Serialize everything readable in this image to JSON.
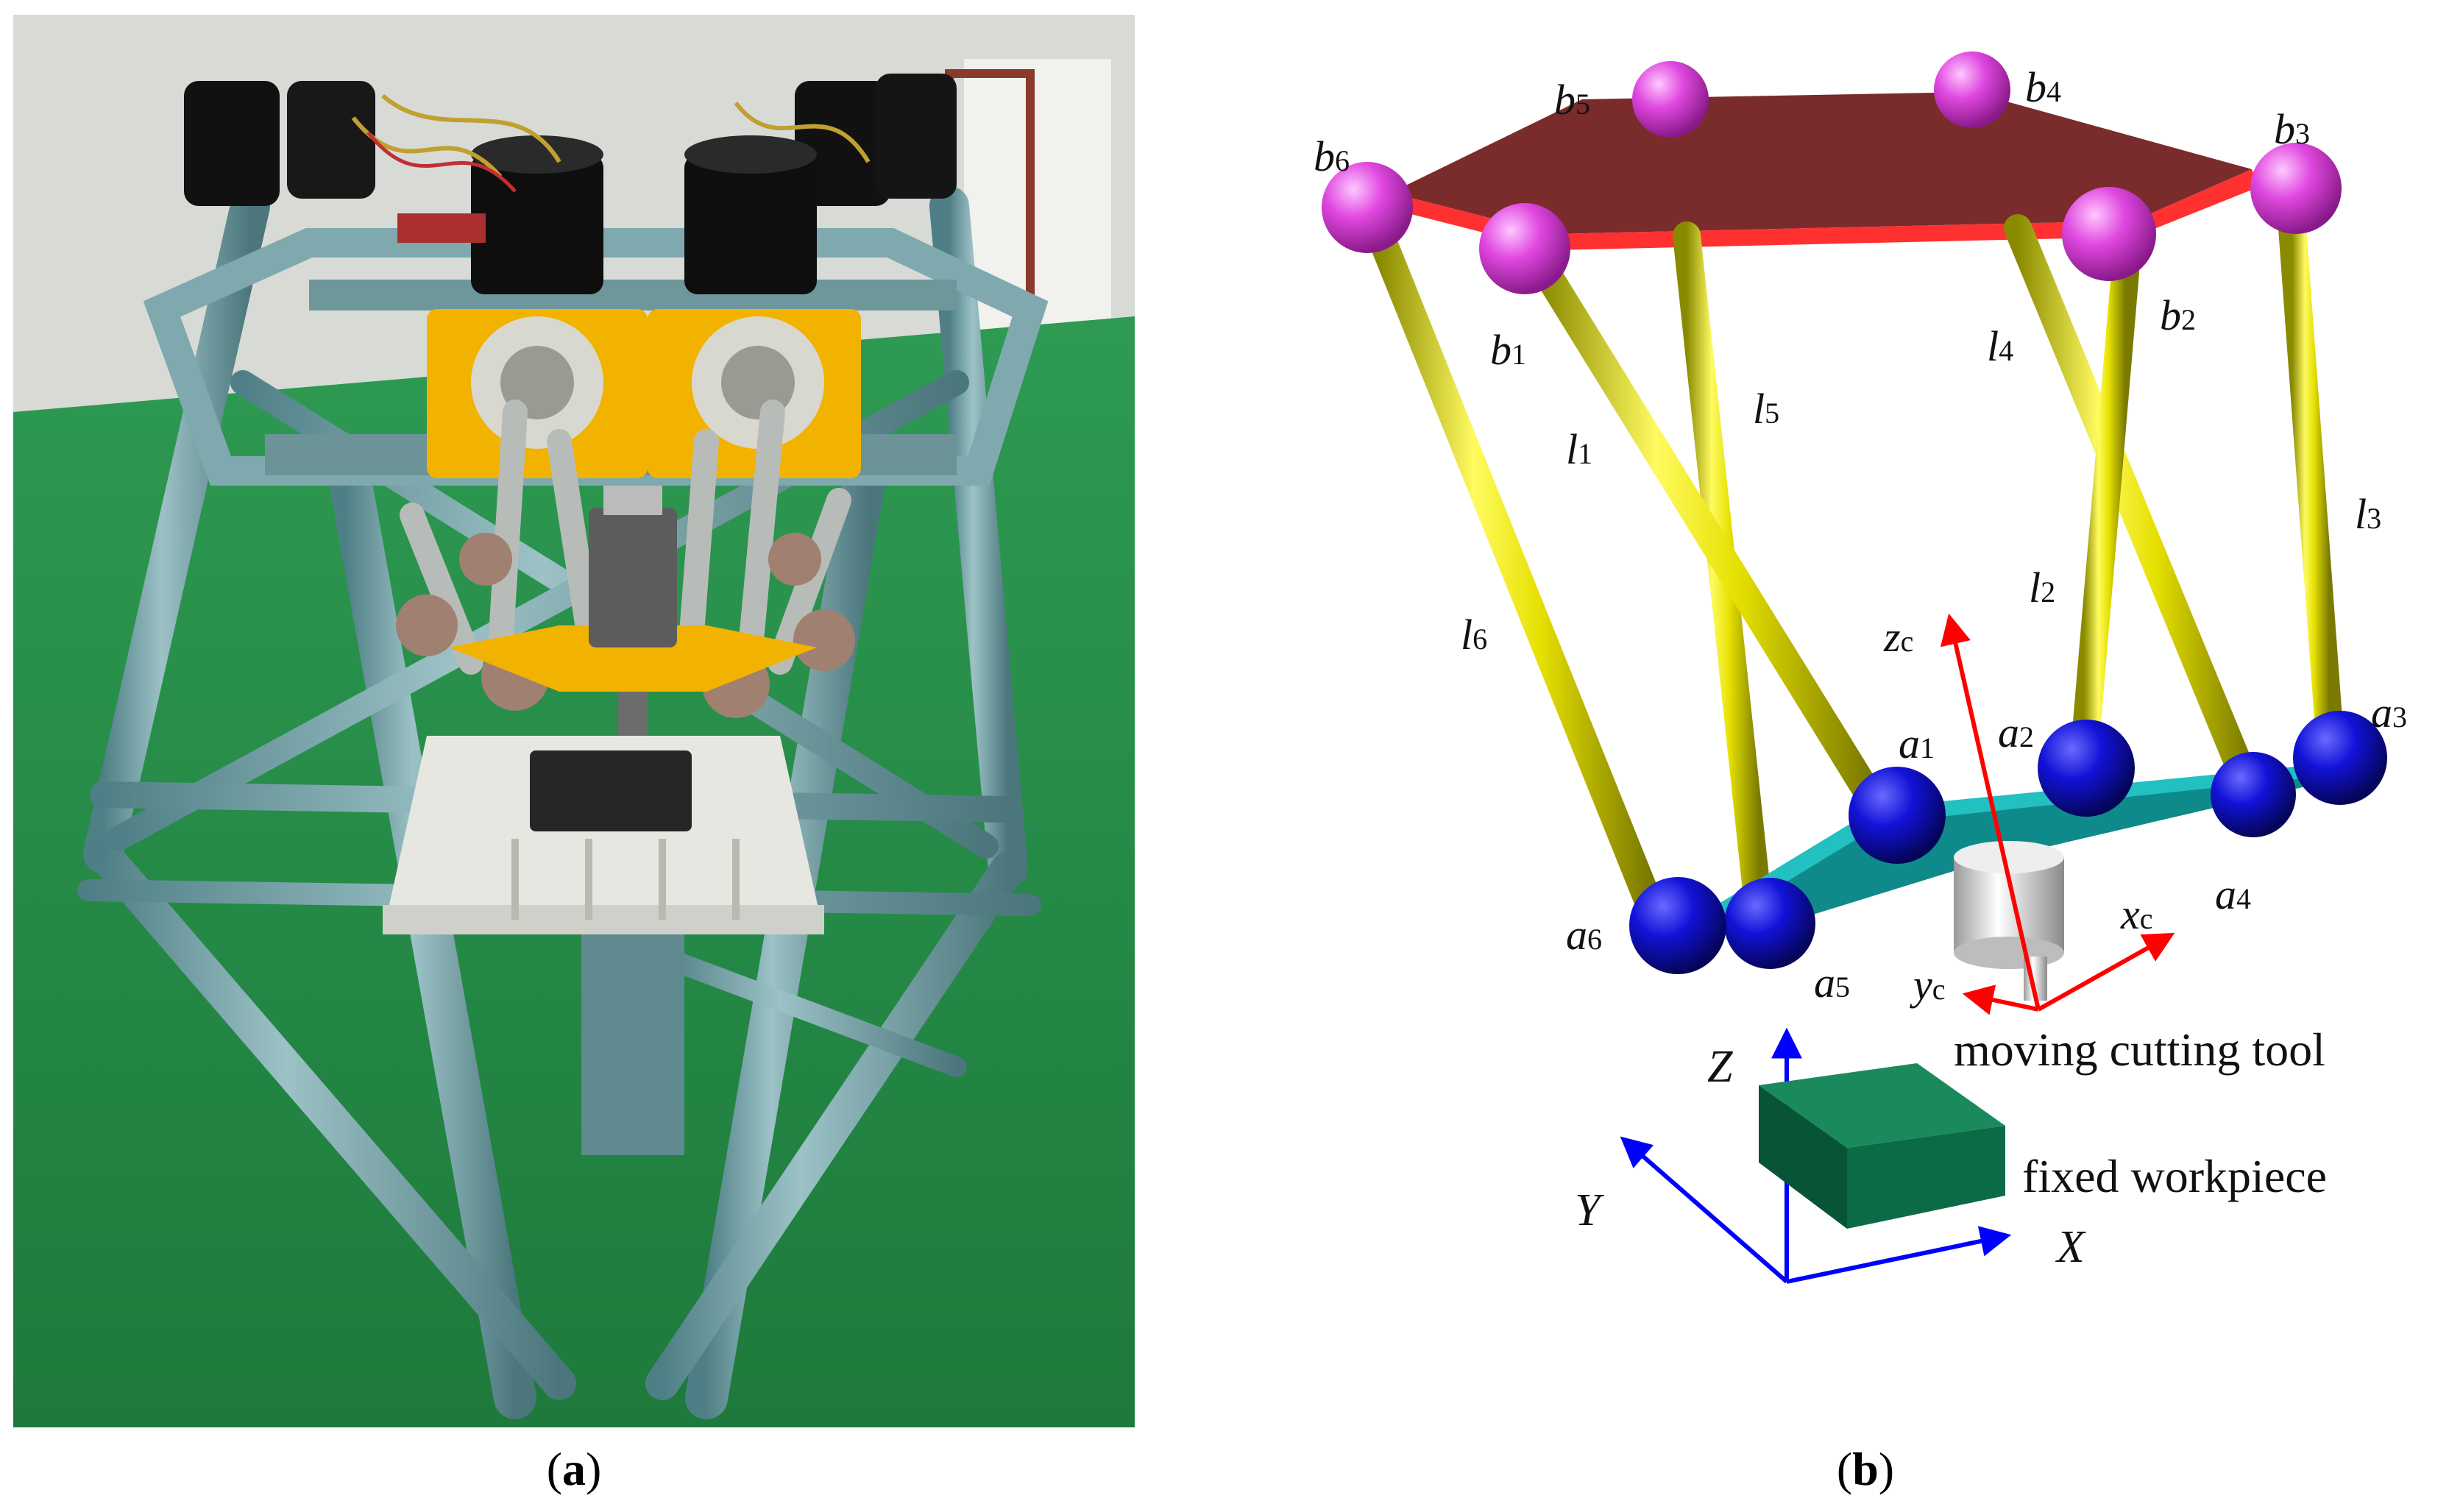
{
  "panel_a": {
    "caption": {
      "open": "(",
      "letter": "a",
      "close": ")"
    }
  },
  "panel_b": {
    "caption": {
      "open": "(",
      "letter": "b",
      "close": ")"
    },
    "joint_labels": [
      {
        "id": "b1",
        "letter": "b",
        "sub": "1"
      },
      {
        "id": "b2",
        "letter": "b",
        "sub": "2"
      },
      {
        "id": "b3",
        "letter": "b",
        "sub": "3"
      },
      {
        "id": "b4",
        "letter": "b",
        "sub": "4"
      },
      {
        "id": "b5",
        "letter": "b",
        "sub": "5"
      },
      {
        "id": "b6",
        "letter": "b",
        "sub": "6"
      },
      {
        "id": "a1",
        "letter": "a",
        "sub": "1"
      },
      {
        "id": "a2",
        "letter": "a",
        "sub": "2"
      },
      {
        "id": "a3",
        "letter": "a",
        "sub": "3"
      },
      {
        "id": "a4",
        "letter": "a",
        "sub": "4"
      },
      {
        "id": "a5",
        "letter": "a",
        "sub": "5"
      },
      {
        "id": "a6",
        "letter": "a",
        "sub": "6"
      }
    ],
    "leg_labels": [
      {
        "id": "l1",
        "letter": "l",
        "sub": "1"
      },
      {
        "id": "l2",
        "letter": "l",
        "sub": "2"
      },
      {
        "id": "l3",
        "letter": "l",
        "sub": "3"
      },
      {
        "id": "l4",
        "letter": "l",
        "sub": "4"
      },
      {
        "id": "l5",
        "letter": "l",
        "sub": "5"
      },
      {
        "id": "l6",
        "letter": "l",
        "sub": "6"
      }
    ],
    "tool_axes": [
      {
        "id": "zc",
        "letter": "z",
        "sub": "c"
      },
      {
        "id": "xc",
        "letter": "x",
        "sub": "c"
      },
      {
        "id": "yc",
        "letter": "y",
        "sub": "c"
      }
    ],
    "world_axes": {
      "x": "X",
      "y": "Y",
      "z": "Z"
    },
    "annotations": {
      "tool": "moving cutting tool",
      "workpiece": "fixed workpiece"
    },
    "colors": {
      "top_platform": "#7a2b2b",
      "top_edge": "#ff3030",
      "top_joint": "#e040e0",
      "leg": "#e6e000",
      "bottom_platform": "#1aa0a0",
      "bottom_joint": "#1010cc",
      "tool_frame": "#ff0000",
      "world_frame": "#0000ff",
      "workpiece": "#0b6b46"
    }
  }
}
